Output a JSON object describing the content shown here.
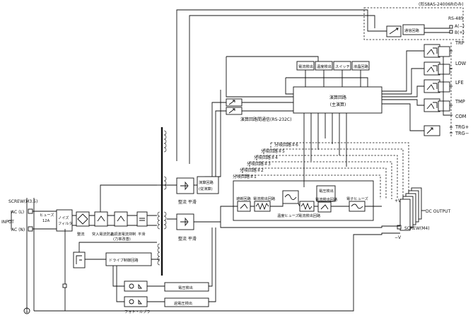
{
  "labels": {
    "rs485_note": "(形S8AS-24006Rのみ)",
    "rs485": "RS-485",
    "comm_circuit": "通信回路",
    "a_minus": "A(−)",
    "b_plus": "B(+)",
    "trp": "TRP",
    "low": "LOW",
    "lfe": "LFE",
    "tmp": "TMP",
    "com": "COM",
    "trg_plus": "TRG+",
    "trg_minus": "TRG−",
    "current_detect": "電流検出",
    "temp_detect": "温度検出",
    "switch": "スイッチ",
    "lcd": "液晶回路",
    "main_calc_1": "演算回路",
    "main_calc_2": "(主演算)",
    "inter_comm": "演算回路間通信(RS-232C)",
    "branch6": "分岐回路＃6",
    "branch5": "分岐回路＃5",
    "branch4": "分岐回路＃4",
    "branch3": "分岐回路＃3",
    "branch2": "分岐回路＃2",
    "branch1": "分岐回路＃1",
    "sub_calc_1": "演算回路",
    "sub_calc_2": "(従演算)",
    "screw_m35": "SCREW(M3.5)",
    "ac_l": "AC (L)",
    "ac_n": "AC (N)",
    "input": "INPUT",
    "fuse": "ヒューズ",
    "fuse_rating": "12A",
    "noise1": "ノイズ",
    "noise2": "フィルタ",
    "rectify": "整流",
    "inrush": "突入電流防止",
    "harmonic1": "高調波電流抑制",
    "harmonic2": "(力率改善)",
    "smooth": "平滑",
    "rect_smooth_top": "整流 平滑",
    "rect_smooth_mid": "整流 平滑",
    "gate_circuit": "遮断回路",
    "current_detect_circuit": "電流検出回路",
    "temp_fuse": "温度ヒューズ",
    "current_detect_circuit2": "電流検出回路",
    "voltage_detect": "電圧検出",
    "current_detect_circuit3": "電流検出回路",
    "elec_fuse": "電子ヒューズ",
    "plus_v": "+V",
    "minus_v": "−V",
    "dc_output": "DC OUTPUT",
    "screw_m4": "SCREW(M4)",
    "drive_control": "ドライブ制御回路",
    "voltage_detect2": "電圧検出",
    "overvoltage_detect": "過電圧検出",
    "photo_coupler": "フォト・カプラ",
    "ground": "⏚"
  }
}
